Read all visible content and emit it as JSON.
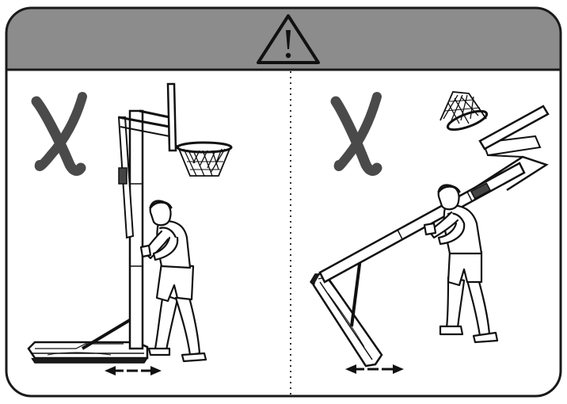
{
  "panel": {
    "header_color": "#8c8c8c",
    "frame_color": "#1a1a1a",
    "icon": "warning-triangle-icon",
    "mark_color": "#4a4a4a"
  },
  "scenes": [
    {
      "name": "left",
      "icon": "x-mark-icon",
      "description_icon": "player-pushing-upright-hoop"
    },
    {
      "name": "right",
      "icon": "x-mark-icon",
      "description_icon": "player-carrying-tilted-hoop"
    }
  ]
}
